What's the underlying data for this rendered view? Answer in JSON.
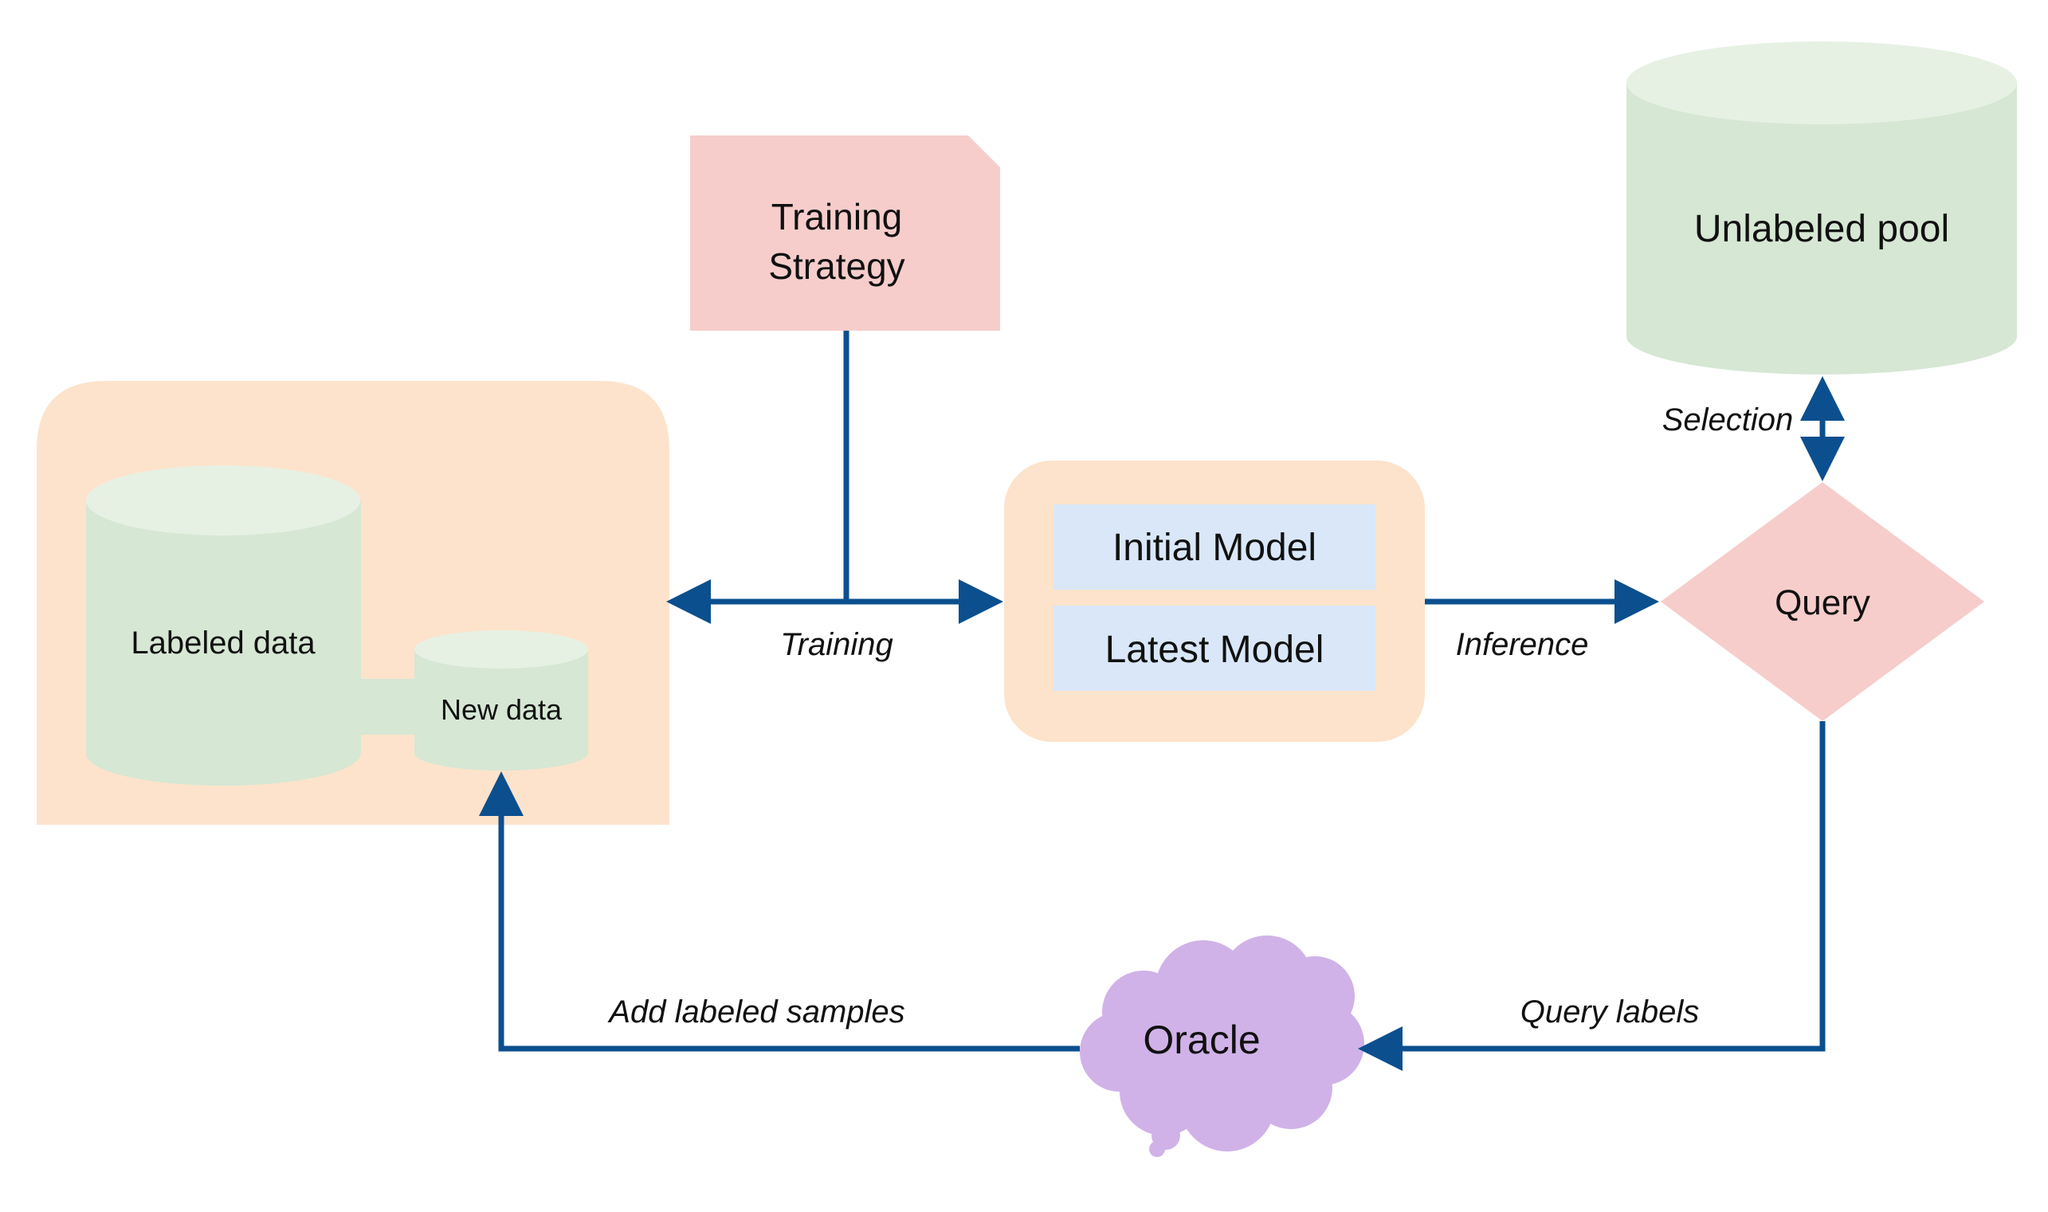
{
  "nodes": {
    "training_strategy": {
      "line1": "Training",
      "line2": "Strategy"
    },
    "unlabeled_pool": "Unlabeled pool",
    "labeled_data": "Labeled data",
    "new_data": "New data",
    "initial_model": "Initial Model",
    "latest_model": "Latest Model",
    "query": "Query",
    "oracle": "Oracle"
  },
  "edges": {
    "training": "Training",
    "inference": "Inference",
    "selection": "Selection",
    "query_labels": "Query labels",
    "add_labeled_samples": "Add labeled samples"
  },
  "colors": {
    "arrow": "#0b4f8f",
    "container": "#fde3cb",
    "cylinder_body": "#d6e7d4",
    "cylinder_top": "#e6f1e4",
    "pink": "#f6cdcb",
    "model_box": "#d9e7f8",
    "oracle": "#d0b2e8",
    "text": "#111111"
  }
}
